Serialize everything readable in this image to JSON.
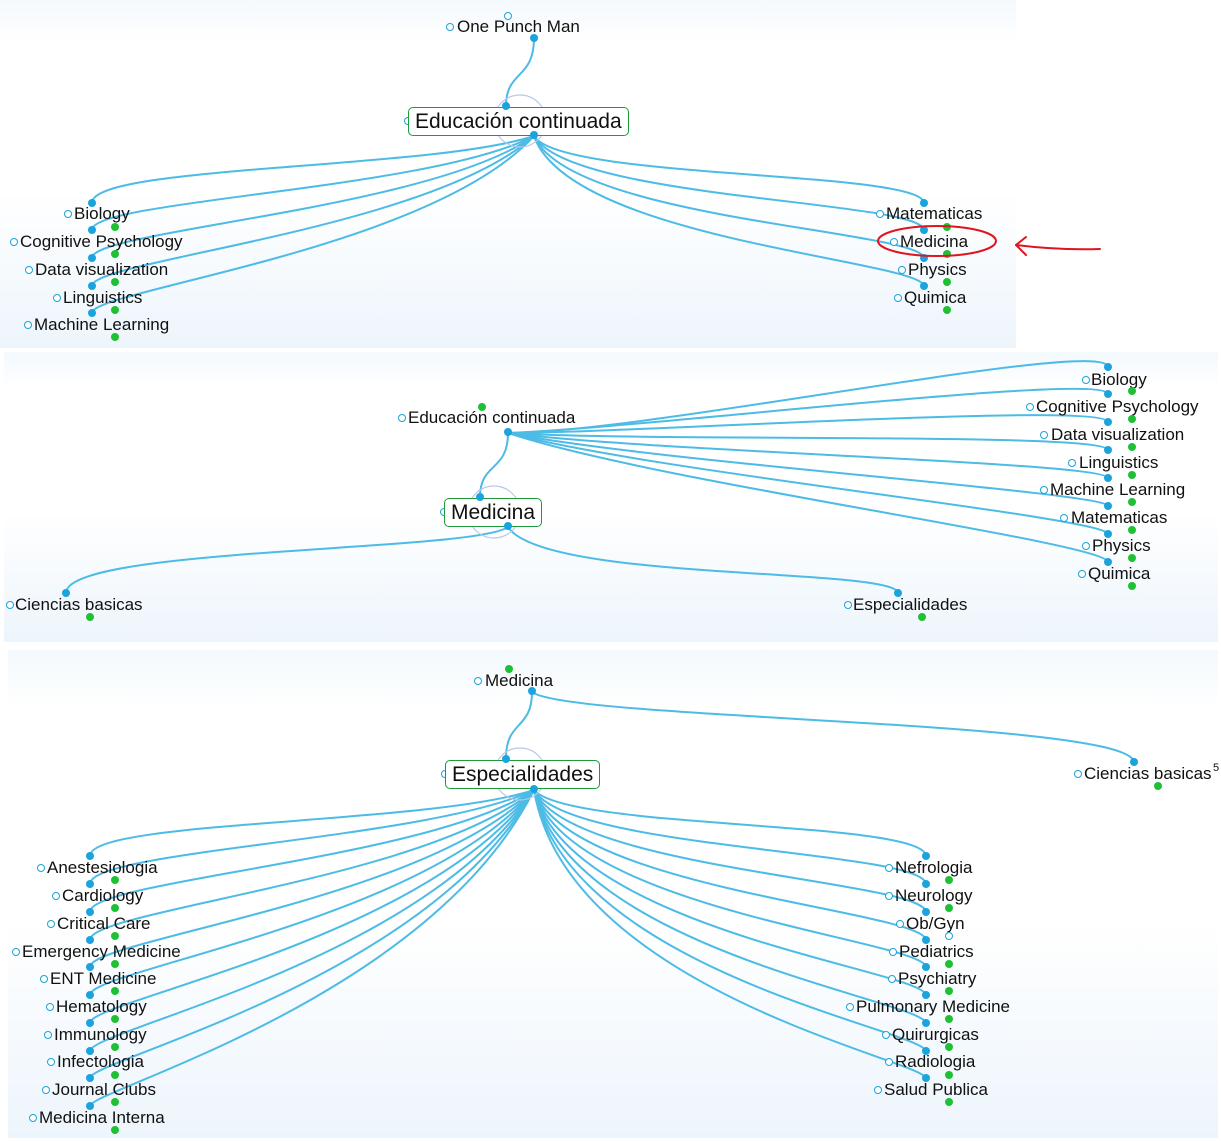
{
  "panel1": {
    "parent": "One Punch Man",
    "center": "Educación continuada",
    "left": [
      "Biology",
      "Cognitive Psychology",
      "Data visualization",
      "Linguistics",
      "Machine Learning"
    ],
    "right": [
      "Matematicas",
      "Medicina",
      "Physics",
      "Quimica"
    ]
  },
  "panel2": {
    "parent": "Educación continuada",
    "center": "Medicina",
    "right_top": [
      "Biology",
      "Cognitive Psychology",
      "Data visualization",
      "Linguistics",
      "Machine Learning",
      "Matematicas",
      "Physics",
      "Quimica"
    ],
    "bottom_left": "Ciencias basicas",
    "bottom_right": "Especialidades"
  },
  "panel3": {
    "parent": "Medicina",
    "center": "Especialidades",
    "sibling": "Ciencias basicas",
    "sibling_suffix": "5",
    "left": [
      "Anestesiologia",
      "Cardiology",
      "Critical Care",
      "Emergency Medicine",
      "ENT Medicine",
      "Hematology",
      "Immunology",
      "Infectologia",
      "Journal Clubs",
      "Medicina Interna"
    ],
    "right": [
      "Nefrologia",
      "Neurology",
      "Ob/Gyn",
      "Pediatrics",
      "Psychiatry",
      "Pulmonary Medicine",
      "Quirurgicas",
      "Radiologia",
      "Salud Publica"
    ]
  },
  "colors": {
    "link": "#4cbbe5",
    "node_blue": "#1aa3dc",
    "node_green": "#1ec133",
    "center_border": "#1e9a3a",
    "annotation_red": "#e0141e"
  }
}
